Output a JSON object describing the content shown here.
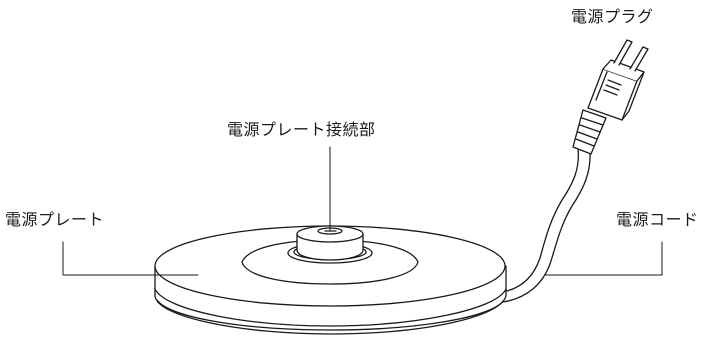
{
  "labels": {
    "power_plug": "電源プラグ",
    "connector": "電源プレート接続部",
    "power_base": "電源プレート",
    "power_cord": "電源コード"
  },
  "colors": {
    "line": "#1a1a1a",
    "background": "#ffffff"
  }
}
